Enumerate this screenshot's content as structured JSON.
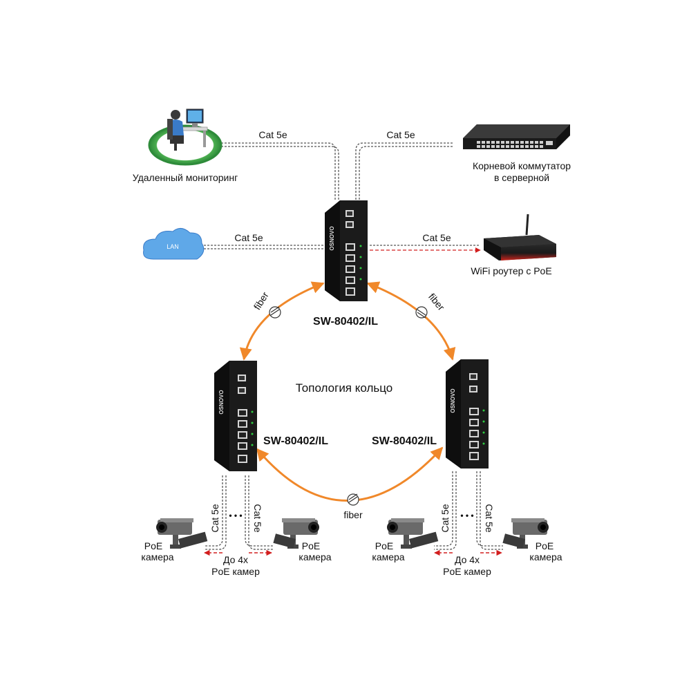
{
  "colors": {
    "ring": "#f0882a",
    "poe": "#d21e1e",
    "cable": "#555555",
    "switch_body": "#1b1b1b",
    "port": "#d6d6d6",
    "cloud": "#5fa8e8",
    "pad_green": "#4caf50",
    "router_body": "#c8241d"
  },
  "labels": {
    "remote_monitoring": "Удаленный мониторинг",
    "root_switch_line1": "Корневой коммутатор",
    "root_switch_line2": "в серверной",
    "lan": "LAN",
    "wifi_router": "WiFi роутер с PoE",
    "topology": "Топология кольцо",
    "fiber": "fiber",
    "poe_cam_line1": "PoE",
    "poe_cam_line2": "камера",
    "up_to_4_line1": "До 4x",
    "up_to_4_line2": "PoE камер",
    "dots": "• • •"
  },
  "cables": {
    "monitoring": "Cat 5e",
    "root_switch": "Cat 5e",
    "lan": "Cat 5e",
    "router": "Cat 5e",
    "left_cam_a": "Cat 5e",
    "left_cam_b": "Cat 5e",
    "right_cam_a": "Cat 5e",
    "right_cam_b": "Cat 5e"
  },
  "switches": {
    "brand": "OSNOVO",
    "top_model": "SW-80402/IL",
    "left_model": "SW-80402/IL",
    "right_model": "SW-80402/IL"
  },
  "icons": [
    "monitoring-workstation-icon",
    "root-switch-icon",
    "lan-cloud-icon",
    "wifi-router-icon",
    "industrial-switch-icon",
    "poe-camera-icon",
    "fiber-splice-icon"
  ]
}
